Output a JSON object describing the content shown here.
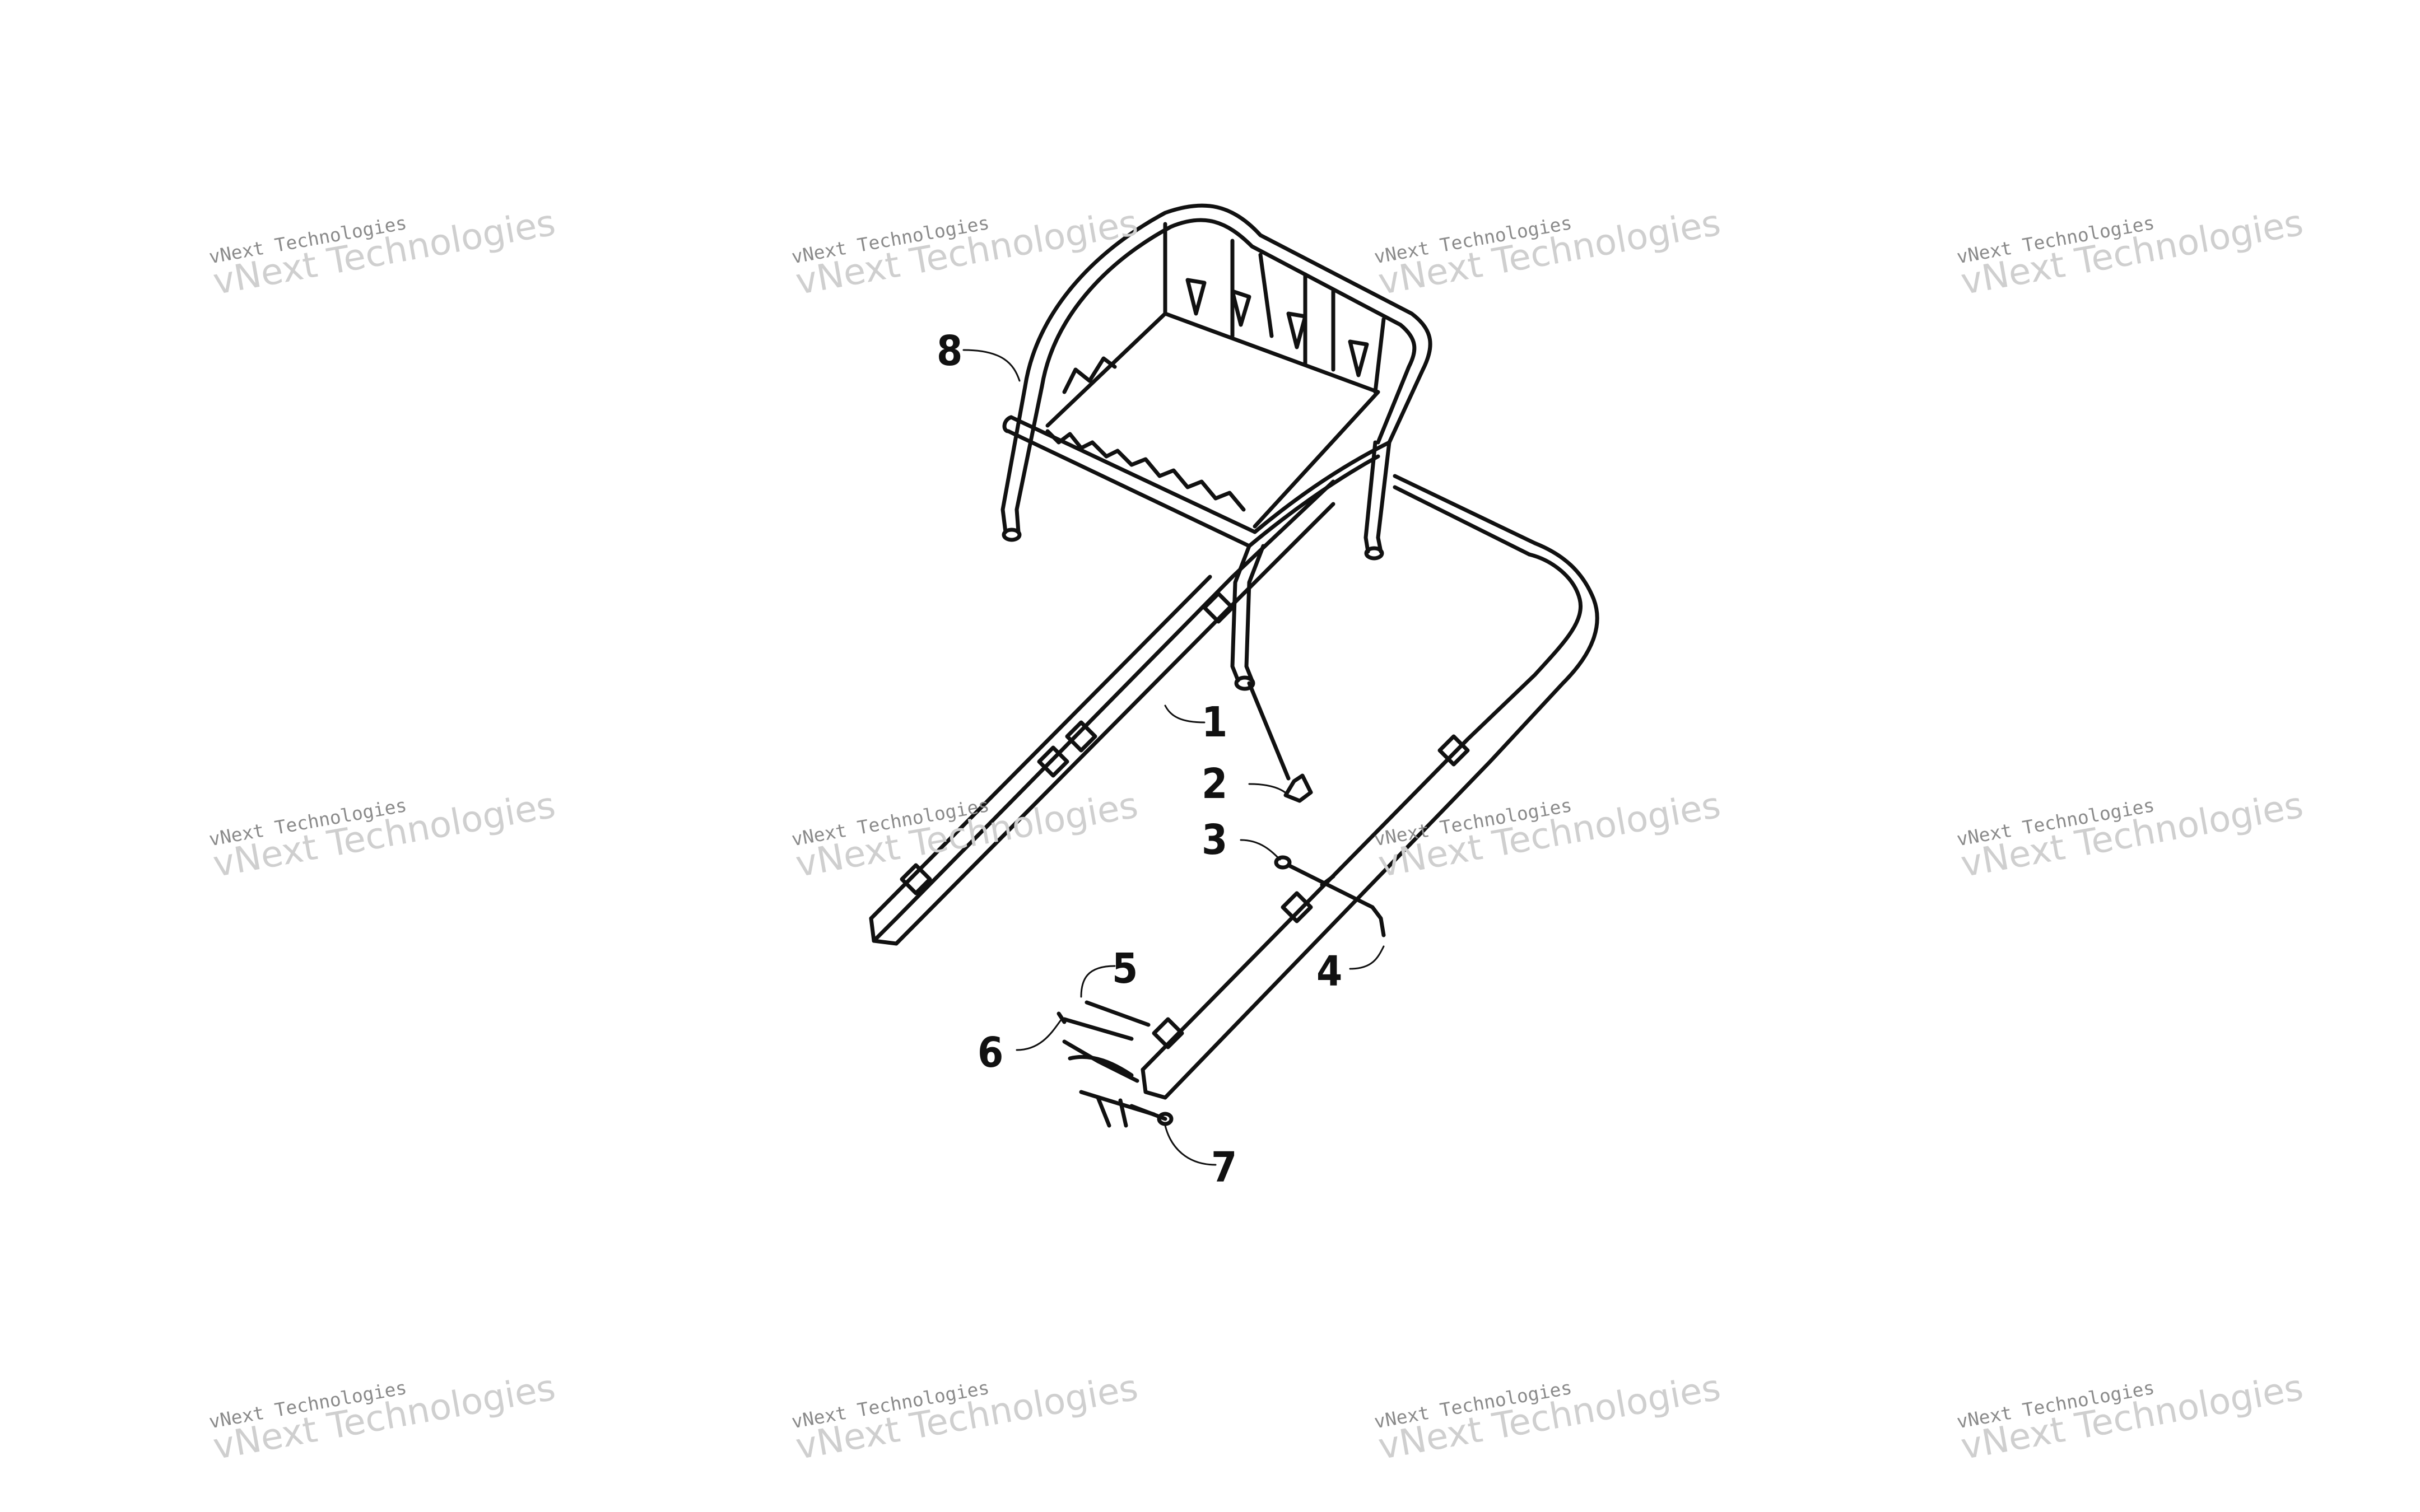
{
  "watermark": {
    "line1": "vNext Technologies",
    "line2": "vNext Technologies"
  },
  "callouts": {
    "c1": "1",
    "c2": "2",
    "c3": "3",
    "c4": "4",
    "c5": "5",
    "c6": "6",
    "c7": "7",
    "c8": "8"
  },
  "colors": {
    "line": "#111111",
    "watermark": "#c8c8c8"
  }
}
